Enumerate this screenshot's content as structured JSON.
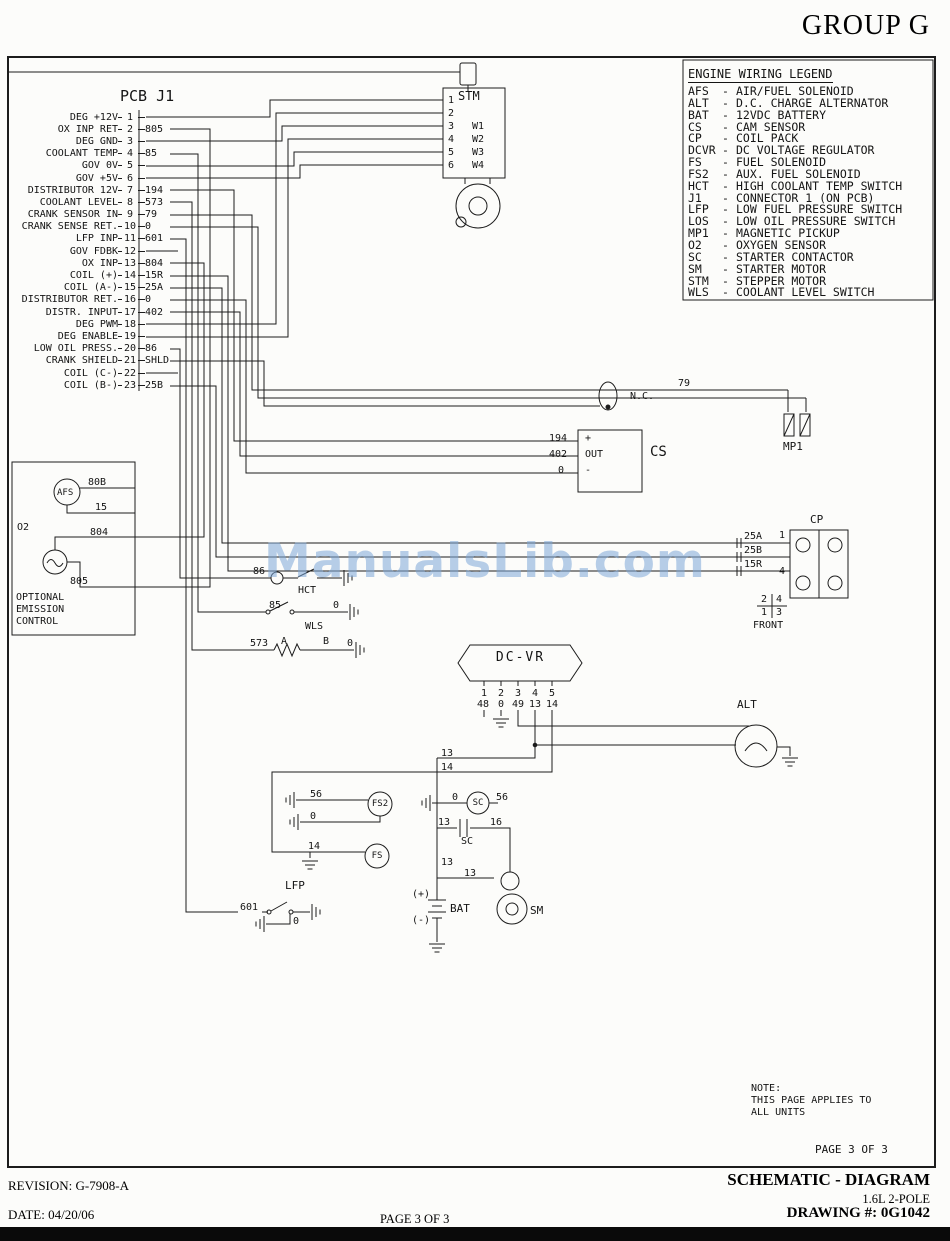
{
  "header": {
    "group_title": "GROUP G"
  },
  "legend": {
    "title": "ENGINE WIRING LEGEND",
    "sep": "-",
    "items": [
      {
        "abbr": "AFS",
        "desc": "AIR/FUEL SOLENOID"
      },
      {
        "abbr": "ALT",
        "desc": "D.C. CHARGE ALTERNATOR"
      },
      {
        "abbr": "BAT",
        "desc": "12VDC BATTERY"
      },
      {
        "abbr": "CS",
        "desc": "CAM SENSOR"
      },
      {
        "abbr": "CP",
        "desc": "COIL PACK"
      },
      {
        "abbr": "DCVR",
        "desc": "DC VOLTAGE REGULATOR"
      },
      {
        "abbr": "FS",
        "desc": "FUEL SOLENOID"
      },
      {
        "abbr": "FS2",
        "desc": "AUX. FUEL SOLENOID"
      },
      {
        "abbr": "HCT",
        "desc": "HIGH COOLANT TEMP SWITCH"
      },
      {
        "abbr": "J1",
        "desc": "CONNECTOR 1 (ON PCB)"
      },
      {
        "abbr": "LFP",
        "desc": "LOW FUEL PRESSURE SWITCH"
      },
      {
        "abbr": "LOS",
        "desc": "LOW OIL PRESSURE SWITCH"
      },
      {
        "abbr": "MP1",
        "desc": "MAGNETIC PICKUP"
      },
      {
        "abbr": "O2",
        "desc": "OXYGEN SENSOR"
      },
      {
        "abbr": "SC",
        "desc": "STARTER CONTACTOR"
      },
      {
        "abbr": "SM",
        "desc": "STARTER MOTOR"
      },
      {
        "abbr": "STM",
        "desc": "STEPPER MOTOR"
      },
      {
        "abbr": "WLS",
        "desc": "COOLANT LEVEL SWITCH"
      }
    ]
  },
  "pcb": {
    "title": "PCB J1",
    "pins": [
      {
        "label": "DEG +12V",
        "pin": "1",
        "wire": ""
      },
      {
        "label": "OX INP RET",
        "pin": "2",
        "wire": "805"
      },
      {
        "label": "DEG GND",
        "pin": "3",
        "wire": ""
      },
      {
        "label": "COOLANT TEMP",
        "pin": "4",
        "wire": "85"
      },
      {
        "label": "GOV 0V",
        "pin": "5",
        "wire": ""
      },
      {
        "label": "GOV +5V",
        "pin": "6",
        "wire": ""
      },
      {
        "label": "DISTRIBUTOR 12V",
        "pin": "7",
        "wire": "194"
      },
      {
        "label": "COOLANT LEVEL",
        "pin": "8",
        "wire": "573"
      },
      {
        "label": "CRANK SENSOR IN",
        "pin": "9",
        "wire": "79"
      },
      {
        "label": "CRANK SENSE RET.",
        "pin": "10",
        "wire": "0"
      },
      {
        "label": "LFP INP",
        "pin": "11",
        "wire": "601"
      },
      {
        "label": "GOV FDBK",
        "pin": "12",
        "wire": ""
      },
      {
        "label": "OX INP",
        "pin": "13",
        "wire": "804"
      },
      {
        "label": "COIL (+)",
        "pin": "14",
        "wire": "15R"
      },
      {
        "label": "COIL (A-)",
        "pin": "15",
        "wire": "25A"
      },
      {
        "label": "DISTRIBUTOR RET.",
        "pin": "16",
        "wire": "0"
      },
      {
        "label": "DISTR. INPUT",
        "pin": "17",
        "wire": "402"
      },
      {
        "label": "DEG PWM",
        "pin": "18",
        "wire": ""
      },
      {
        "label": "DEG ENABLE",
        "pin": "19",
        "wire": ""
      },
      {
        "label": "LOW OIL PRESS.",
        "pin": "20",
        "wire": "86"
      },
      {
        "label": "CRANK SHIELD",
        "pin": "21",
        "wire": "SHLD"
      },
      {
        "label": "COIL (C-)",
        "pin": "22",
        "wire": ""
      },
      {
        "label": "COIL (B-)",
        "pin": "23",
        "wire": "25B"
      }
    ]
  },
  "stm": {
    "title": "STM",
    "pins": [
      "1",
      "2",
      "3",
      "4",
      "5",
      "6"
    ],
    "windings": [
      "W1",
      "W2",
      "W3",
      "W4"
    ]
  },
  "components": {
    "mp1": "MP1",
    "cs": "CS",
    "cp": "CP",
    "alt": "ALT",
    "dcvr": "DC-VR",
    "hct": "HCT",
    "wls": "WLS",
    "lfp": "LFP",
    "bat": "BAT",
    "sm": "SM",
    "sc": "SC",
    "fs": "FS",
    "fs2": "FS2",
    "afs": "AFS",
    "o2": "O2",
    "front": "FRONT",
    "nc": "N.C."
  },
  "cs_terminals": {
    "plus": "+",
    "out": "OUT",
    "minus": "-"
  },
  "dcvr": {
    "pins": [
      "1",
      "2",
      "3",
      "4",
      "5"
    ],
    "wires": [
      "48",
      "0",
      "49",
      "13",
      "14"
    ]
  },
  "cp": {
    "t1": "1",
    "t4": "4",
    "c2": "2",
    "c4": "4",
    "c1": "1",
    "c3": "3"
  },
  "bat": {
    "plus": "(+)",
    "minus": "(-)"
  },
  "wires": {
    "w79": "79",
    "w194": "194",
    "w402": "402",
    "w0": "0",
    "w80b": "80B",
    "w15": "15",
    "w804": "804",
    "w805": "805",
    "w86": "86",
    "w85": "85",
    "w573": "573",
    "w601": "601",
    "w56": "56",
    "w14": "14",
    "w13": "13",
    "w16": "16",
    "w25a": "25A",
    "w25b": "25B",
    "w15r": "15R",
    "a": "A",
    "b": "B"
  },
  "emission_box": {
    "line1": "OPTIONAL",
    "line2": "EMISSION",
    "line3": "CONTROL"
  },
  "note": {
    "l1": "NOTE:",
    "l2": "THIS PAGE APPLIES TO",
    "l3": "ALL UNITS"
  },
  "page_inner": "PAGE 3 OF 3",
  "watermark": "ManualsLib.com",
  "footer": {
    "schematic": "SCHEMATIC - DIAGRAM",
    "revision": "REVISION: G-7908-A",
    "pole": "1.6L 2-POLE",
    "date": "DATE: 04/20/06",
    "page": "PAGE 3 OF 3",
    "drawing": "DRAWING #: 0G1042"
  }
}
